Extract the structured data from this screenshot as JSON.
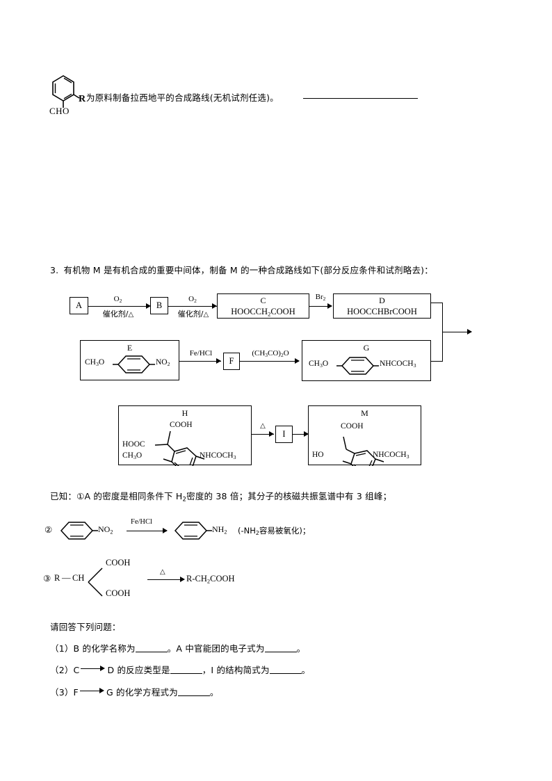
{
  "top_line": {
    "structure": {
      "ring_substituent": "R",
      "below_substituent": "CHO"
    },
    "text": "为原料制备拉西地平的合成路线(无机试剂任选)。"
  },
  "question3": {
    "number": "3.",
    "stem": "有机物 M 是有机合成的重要中间体，制备 M 的一种合成路线如下(部分反应条件和试剂略去)："
  },
  "scheme": {
    "boxes": {
      "A": {
        "letter": "A"
      },
      "B": {
        "letter": "B"
      },
      "C": {
        "letter": "C",
        "formula_html": "HOOCCH<sub>2</sub>COOH"
      },
      "D": {
        "letter": "D",
        "formula_html": "HOOCCHBrCOOH"
      },
      "E": {
        "letter": "E",
        "left_group": "CH<sub>3</sub>O",
        "right_group": "NO<sub>2</sub>"
      },
      "F": {
        "letter": "F"
      },
      "G": {
        "letter": "G",
        "left_group": "CH<sub>3</sub>O",
        "right_group": "NHCOCH<sub>3</sub>"
      },
      "H": {
        "letter": "H",
        "top_group": "COOH",
        "left_group": "HOOC",
        "ring_left": "CH<sub>3</sub>O",
        "ring_right": "NHCOCH<sub>3</sub>"
      },
      "I": {
        "letter": "I"
      },
      "M": {
        "letter": "M",
        "top_group": "COOH",
        "ring_left": "HO",
        "ring_right": "NHCOCH<sub>3</sub>"
      }
    },
    "arrows": {
      "a_to_b": {
        "above": "O<sub>2</sub>",
        "below": "催化剂/△"
      },
      "b_to_c": {
        "above": "O<sub>2</sub>",
        "below": "催化剂/△"
      },
      "c_to_d": {
        "above": "Br<sub>2</sub>",
        "below": ""
      },
      "e_to_f": {
        "above": "Fe/HCl",
        "below": ""
      },
      "f_to_g": {
        "above": "(CH<sub>3</sub>CO)<sub>2</sub>O",
        "below": ""
      },
      "h_to_i": {
        "above": "△",
        "below": ""
      }
    }
  },
  "known": {
    "label": "已知：",
    "item1": "①A 的密度是相同条件下 H₂密度的 38 倍；其分子的核磁共振氢谱中有 3 组峰；",
    "item1_parts": {
      "prefix": "已知：①A 的密度是相同条件下 H",
      "sub": "2",
      "mid": "密度的 38 倍；其分子的核磁共振氢谱中有 3 组峰；"
    },
    "item2": {
      "marker": "②",
      "left_group": "NO<sub>2</sub>",
      "reagent": "Fe/HCl",
      "right_group": "NH<sub>2</sub>",
      "note": "(-NH₂容易被氧化)；",
      "note_parts": {
        "a": "(-NH",
        "sub": "2",
        "b": "容易被氧化)；"
      }
    },
    "item3": {
      "marker": "③",
      "r": "R",
      "ch": "CH",
      "top": "COOH",
      "bottom": "COOH",
      "reagent": "△",
      "product_parts": {
        "a": "R-CH",
        "sub": "2",
        "b": "COOH"
      }
    }
  },
  "questions": {
    "heading": "请回答下列问题：",
    "q1": {
      "prefix": "（1）B 的化学名称为",
      "mid": "。A 中官能团的电子式为",
      "suffix": "。"
    },
    "q2": {
      "prefix": "（2）C",
      "arrow_to": "D 的反应类型是",
      "mid": "，I 的结构简式为",
      "suffix": "。"
    },
    "q3": {
      "prefix": "（3）F",
      "arrow_to": "G 的化学方程式为",
      "suffix": "。"
    }
  },
  "colors": {
    "ink": "#000000",
    "paper": "#ffffff"
  }
}
